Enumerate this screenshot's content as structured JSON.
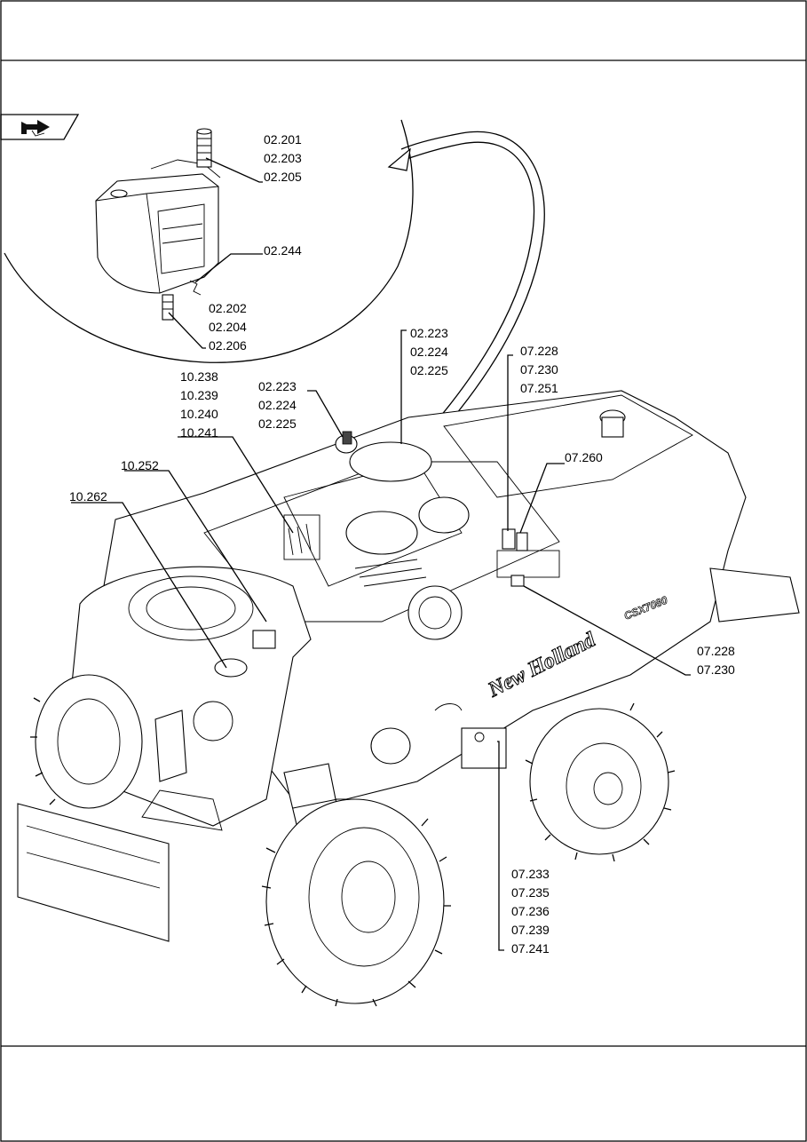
{
  "callouts": {
    "fuel_cap": [
      "02.201",
      "02.203",
      "02.205"
    ],
    "tank_fitting": [
      "02.244"
    ],
    "tank_drain": [
      "02.202",
      "02.204",
      "02.206"
    ],
    "air_filter_rear": [
      "02.223",
      "02.224",
      "02.225"
    ],
    "air_filter_front": [
      "02.223",
      "02.224",
      "02.225"
    ],
    "engine_group": [
      "10.238",
      "10.239",
      "10.240",
      "10.241"
    ],
    "cab_roof": [
      "10.252"
    ],
    "cab_dome": [
      "10.262"
    ],
    "filters_top": [
      "07.228",
      "07.230",
      "07.251"
    ],
    "valve_260": [
      "07.260"
    ],
    "side_valve": [
      "07.228",
      "07.230"
    ],
    "side_panel": [
      "07.233",
      "07.235",
      "07.236",
      "07.239",
      "07.241"
    ]
  },
  "machine": {
    "brand_text": "New Holland",
    "model_text": "CSX7080"
  },
  "nav_icon": "return-arrow-icon"
}
